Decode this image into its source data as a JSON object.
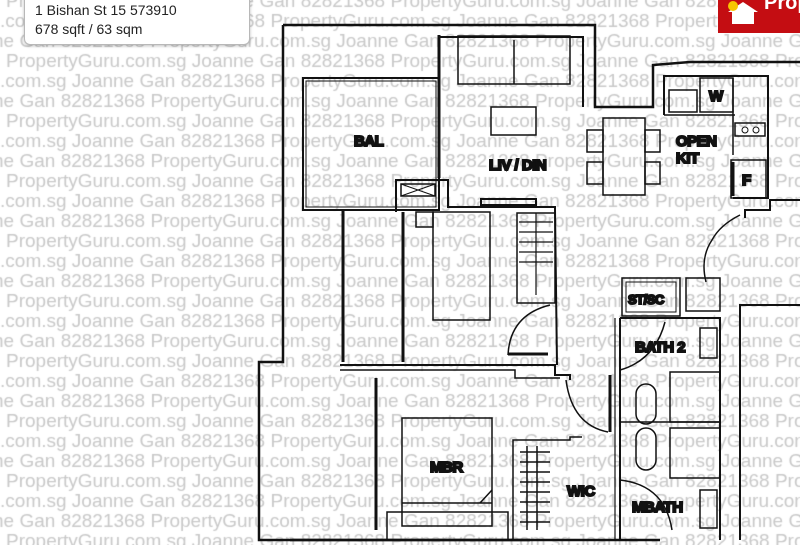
{
  "listing": {
    "address": "1 Bishan St 15 573910",
    "size": "678 sqft / 63 sqm"
  },
  "logo": {
    "text": "PropertyGuru",
    "color": "#c40d12"
  },
  "watermark": "PropertyGuru.com.sg Joanne Gan 82821368",
  "rooms": {
    "bal": "BAL",
    "liv_din": "LIV / DIN",
    "open_kit_1": "OPEN",
    "open_kit_2": "KIT",
    "washer": "W",
    "fridge": "F",
    "study": "ST/SC",
    "bath2": "BATH 2",
    "mbr": "MBR",
    "wic": "WIC",
    "mbath": "MBATH"
  }
}
